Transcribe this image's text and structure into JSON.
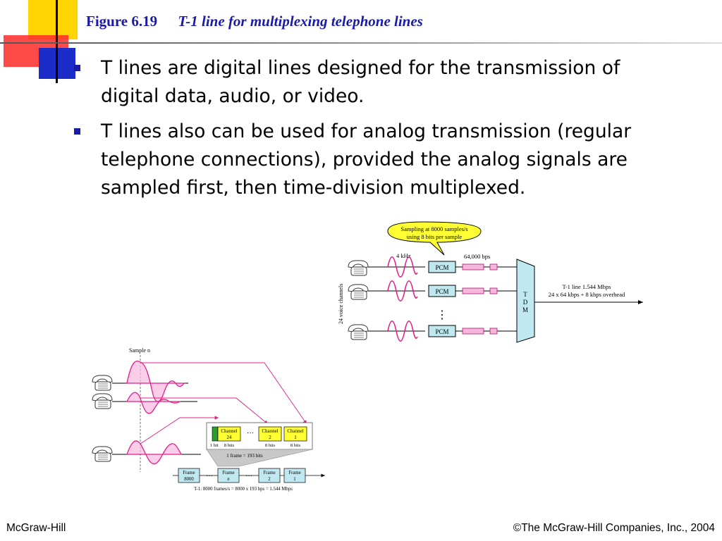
{
  "slide": {
    "figure_number": "Figure 6.19",
    "figure_caption": "T-1 line for multiplexing telephone lines",
    "bullets": [
      "T lines are digital lines designed for the transmission of digital data, audio, or video.",
      "T lines also can be used for analog transmission (regular telephone connections), provided the analog signals are sampled first, then time-division multiplexed."
    ],
    "footer_left": "McGraw-Hill",
    "footer_right": "©The McGraw-Hill Companies, Inc., 2004"
  },
  "colors": {
    "title": "#1a1aa8",
    "deco_yellow": "#ffd400",
    "deco_red": "#ff2020",
    "deco_blue": "#1c2cc8",
    "wave_magenta": "#e0208a",
    "pcm_blue": "#bfe8f0",
    "channel_yellow": "#ffff33",
    "callout_yellow": "#ffff33"
  },
  "diagram_top": {
    "callout": [
      "Sampling at 8000 samples/s",
      "using 8 bits per sample"
    ],
    "freq_label": "4 kHz",
    "rate_label": "64,000 bps",
    "pcm_label": "PCM",
    "tdm_letters": [
      "T",
      "D",
      "M"
    ],
    "side_label": "24 voice channels",
    "line_label_1": "T-1 line 1.544 Mbps",
    "line_label_2": "24 x 64 kbps + 8 kbps overhead",
    "dots": "⋮"
  },
  "diagram_bottom": {
    "sample_label": "Sample n",
    "channels": [
      {
        "line1": "Channel",
        "line2": "24",
        "bits": "8 bits"
      },
      {
        "line1": "Channel",
        "line2": "2",
        "bits": "8 bits"
      },
      {
        "line1": "Channel",
        "line2": "1",
        "bits": "8 bits"
      }
    ],
    "one_bit": "1 bit",
    "ellipsis": "···",
    "frame_note": "1 frame = 193 bits",
    "frames": [
      {
        "line1": "Frame",
        "line2": "8000"
      },
      {
        "line1": "Frame",
        "line2": "n"
      },
      {
        "line1": "Frame",
        "line2": "2"
      },
      {
        "line1": "Frame",
        "line2": "1"
      }
    ],
    "rate_note": "T-1: 8000 frames/s = 8000 x 193 bps = 1.544 Mbps"
  }
}
